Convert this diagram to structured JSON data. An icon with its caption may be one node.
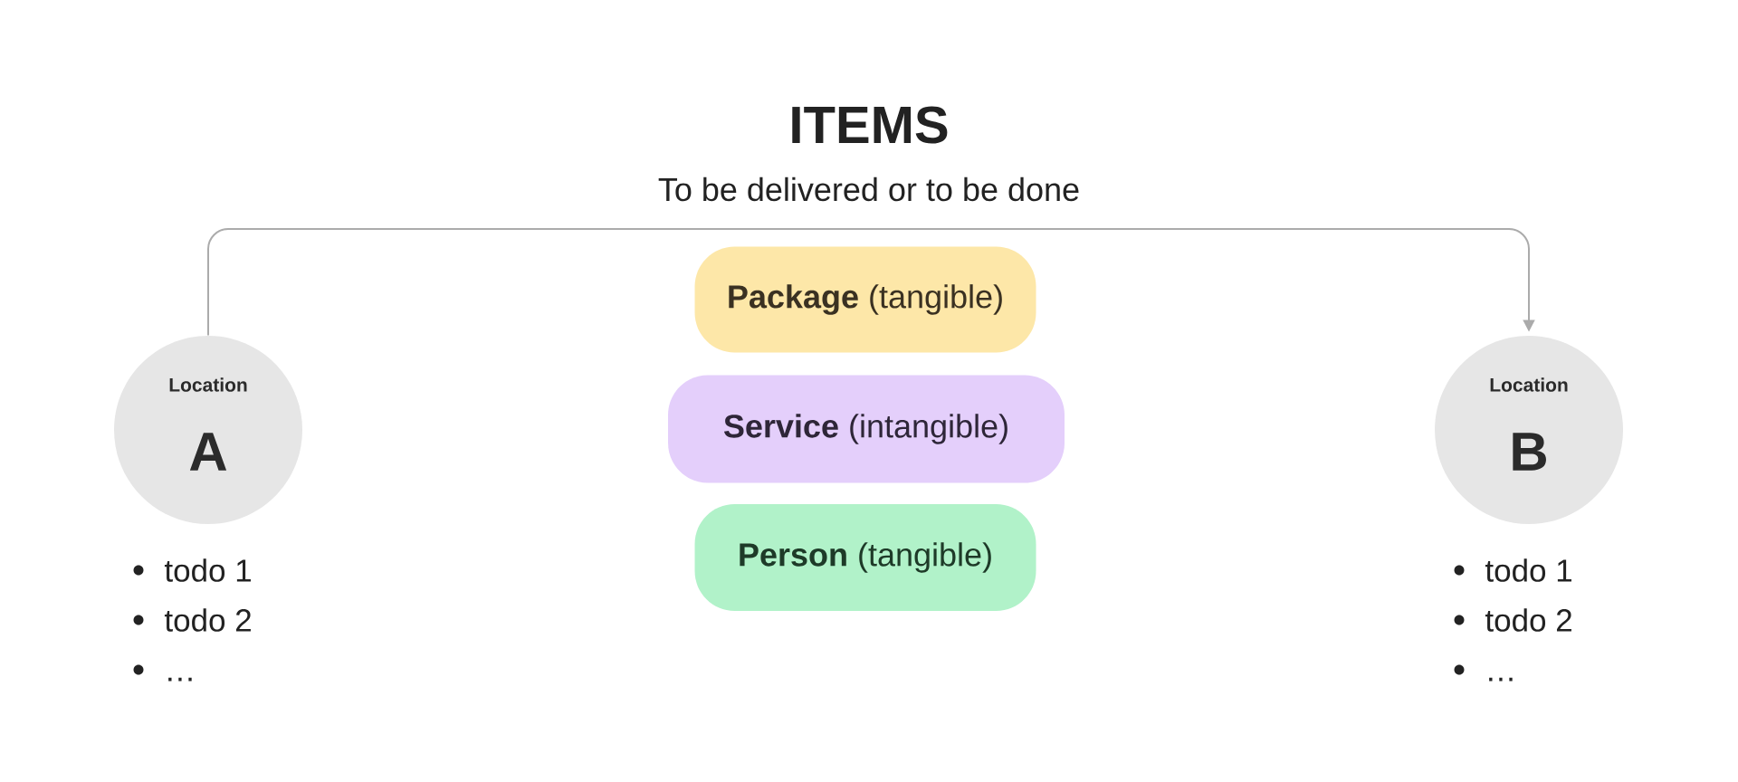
{
  "diagram": {
    "title": "ITEMS",
    "nodes": [
      {
        "text": [
          "Location",
          "A"
        ],
        "beside": [
          "todo 1",
          "todo 2",
          "…"
        ]
      },
      {
        "text": [
          "**Package** (tangible)"
        ]
      },
      {
        "text": [
          "**Service** (intangible)"
        ]
      },
      {
        "text": [
          "**Person** (tangible)"
        ]
      },
      {
        "text": [
          "Location",
          "B"
        ],
        "beside": [
          "todo 1",
          "todo 2",
          "…"
        ]
      }
    ],
    "edges": [
      {
        "from": 0,
        "to": 4,
        "arrow": "to"
      }
    ],
    "labels": [
      "To be delivered or to be done"
    ]
  }
}
